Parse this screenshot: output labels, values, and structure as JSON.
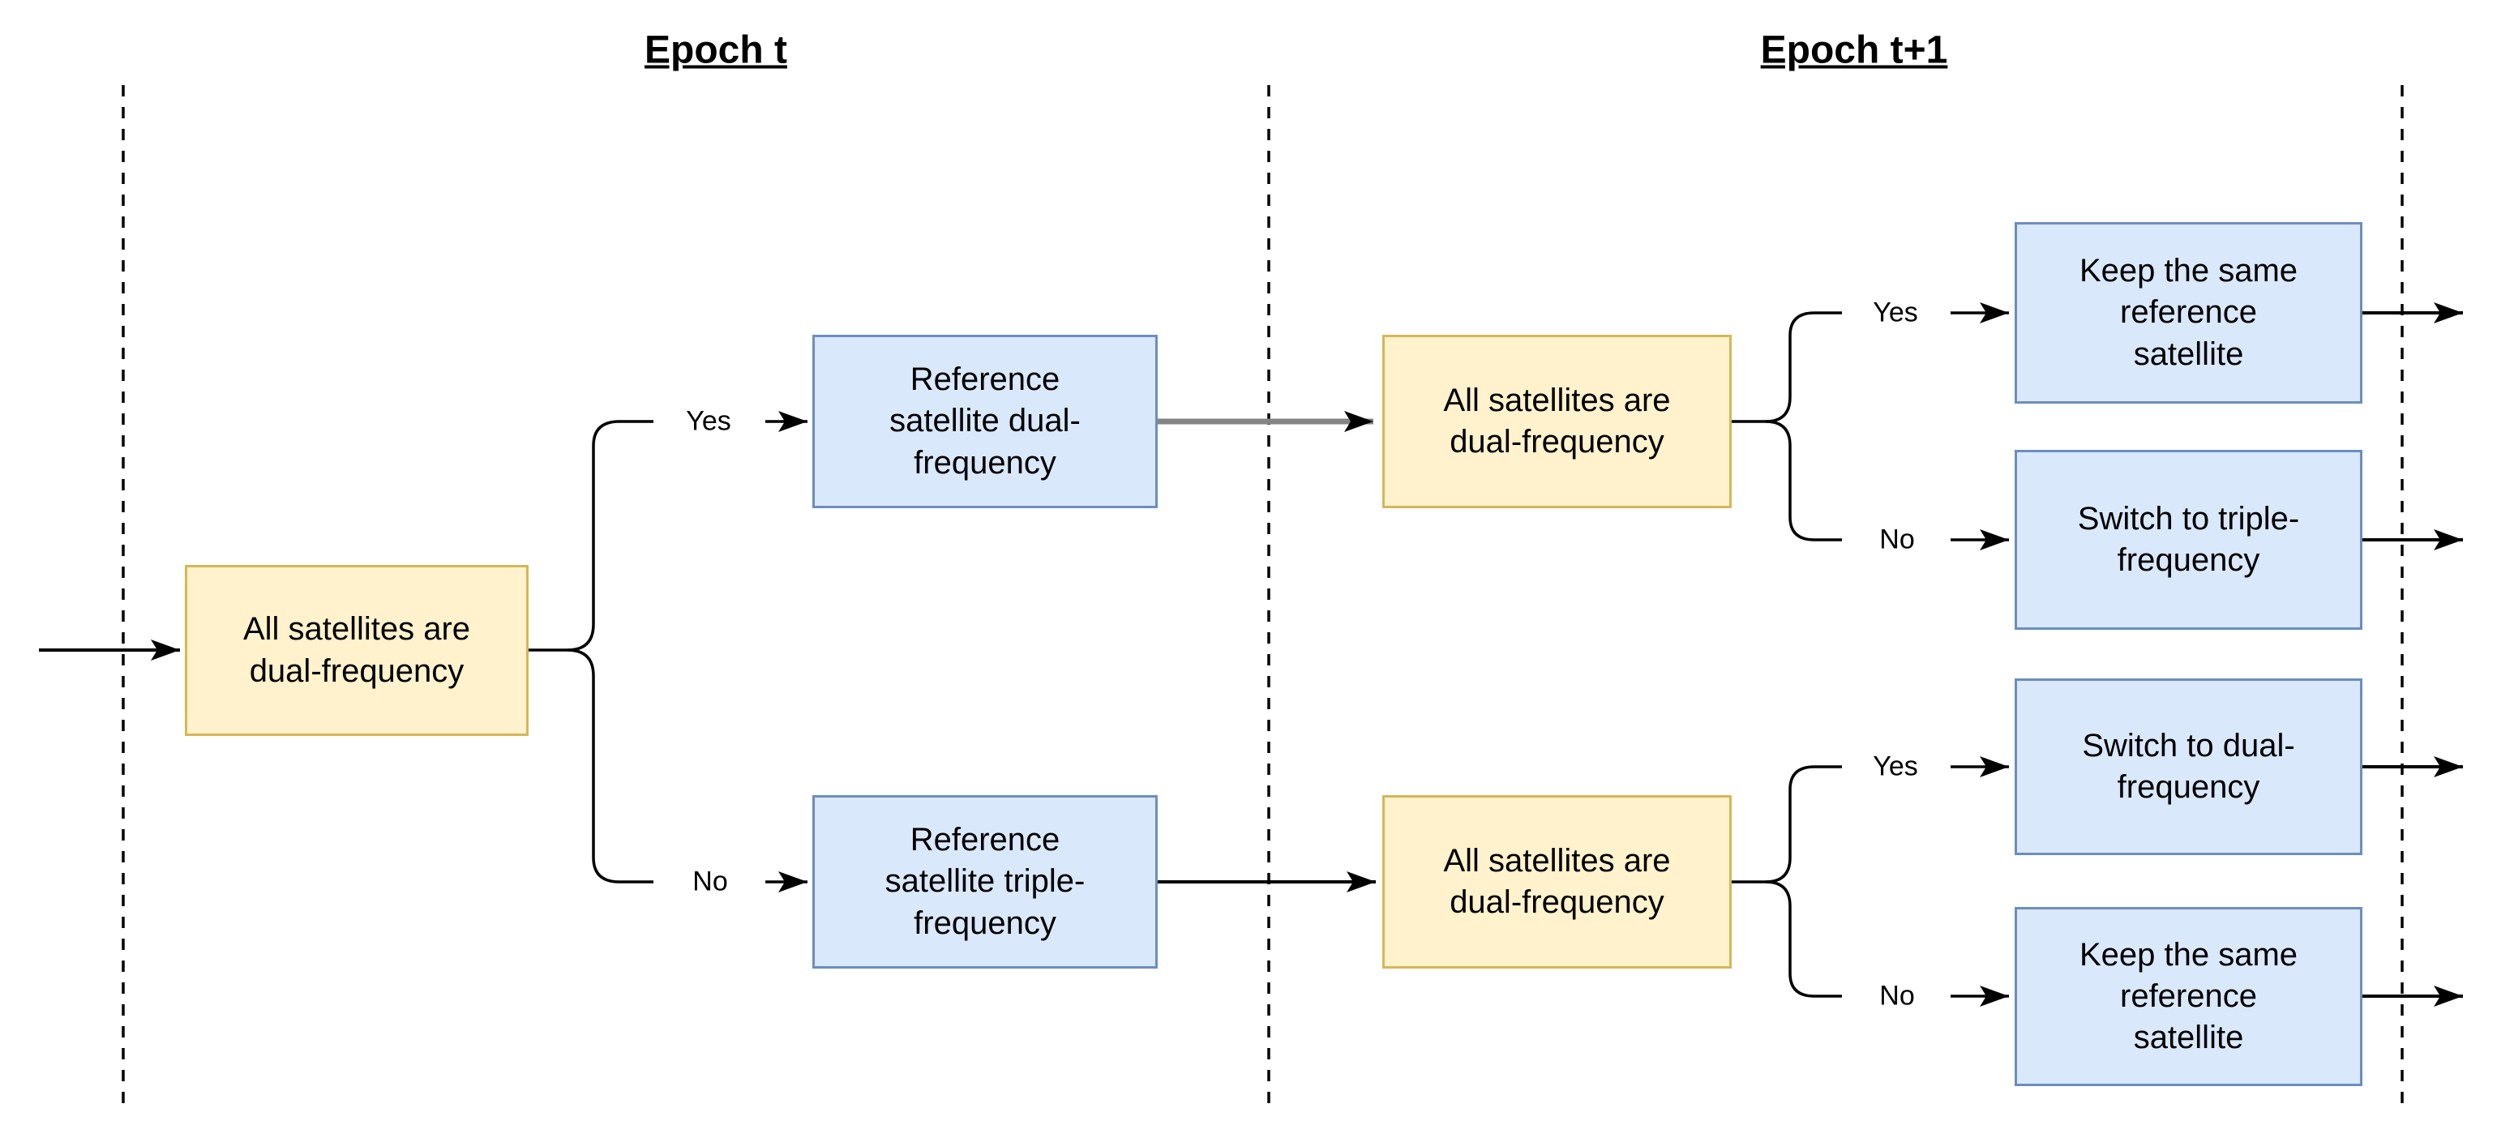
{
  "diagram": {
    "epoch_headers": [
      {
        "label": "Epoch t"
      },
      {
        "label": "Epoch t+1"
      }
    ],
    "nodes": [
      {
        "id": "start-all-sats-dual",
        "kind": "condition",
        "lines": [
          "All satellites are",
          "dual-frequency"
        ]
      },
      {
        "id": "ref-sat-dual",
        "kind": "state",
        "lines": [
          "Reference",
          "satellite dual-",
          "frequency"
        ]
      },
      {
        "id": "ref-sat-triple",
        "kind": "state",
        "lines": [
          "Reference",
          "satellite triple-",
          "frequency"
        ]
      },
      {
        "id": "cond-top-all-dual",
        "kind": "condition",
        "lines": [
          "All satellites are",
          "dual-frequency"
        ]
      },
      {
        "id": "cond-bottom-all-dual",
        "kind": "condition",
        "lines": [
          "All satellites are",
          "dual-frequency"
        ]
      },
      {
        "id": "keep-same-top",
        "kind": "action",
        "lines": [
          "Keep the same",
          "reference",
          "satellite"
        ]
      },
      {
        "id": "switch-triple",
        "kind": "action",
        "lines": [
          "Switch to triple-",
          "frequency"
        ]
      },
      {
        "id": "switch-dual",
        "kind": "action",
        "lines": [
          "Switch to dual-",
          "frequency"
        ]
      },
      {
        "id": "keep-same-bottom",
        "kind": "action",
        "lines": [
          "Keep the same",
          "reference",
          "satellite"
        ]
      }
    ],
    "branch_labels": [
      {
        "label": "Yes"
      },
      {
        "label": "No"
      },
      {
        "label": "Yes"
      },
      {
        "label": "No"
      },
      {
        "label": "Yes"
      },
      {
        "label": "No"
      }
    ]
  },
  "colors": {
    "node_yellow_fill": "#FFF2CC",
    "node_yellow_border": "#D6B656",
    "node_blue_fill": "#DAE8FC",
    "node_blue_border": "#6C8EBF",
    "connector_black": "#000000",
    "connector_gray": "#848484",
    "text": "#000000",
    "background": "#FFFFFF"
  }
}
